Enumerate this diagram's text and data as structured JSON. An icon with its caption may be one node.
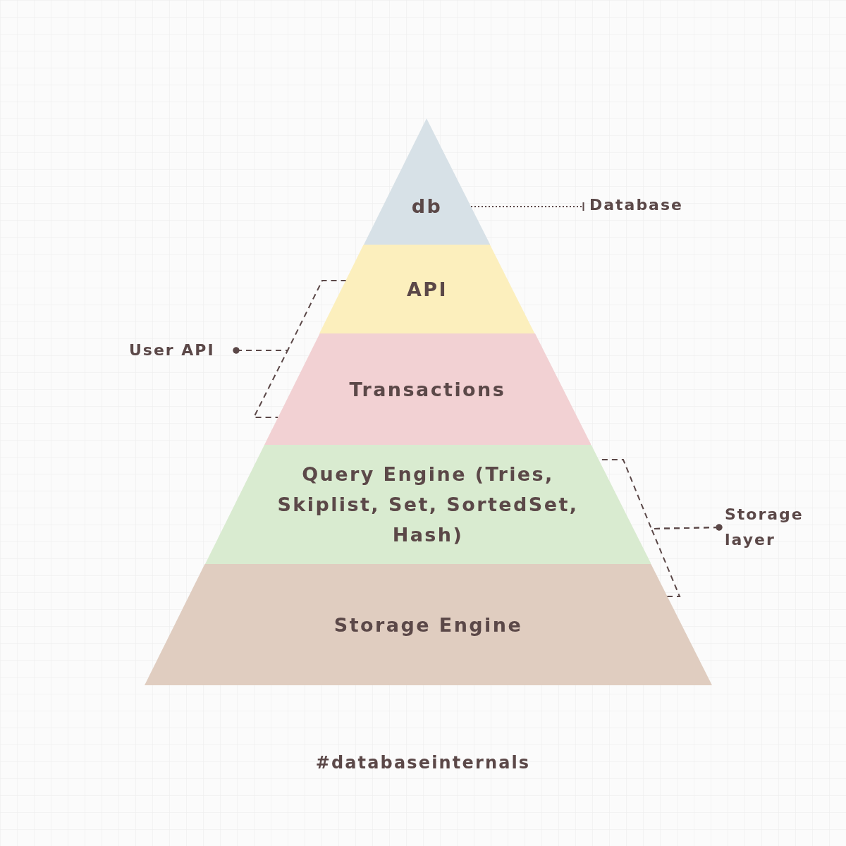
{
  "diagram": {
    "nodes": [
      {
        "text": [
          "db"
        ]
      },
      {
        "text": [
          "API"
        ]
      },
      {
        "text": [
          "Transactions"
        ]
      },
      {
        "text": [
          "Query Engine (Tries, Skiplist, Set, SortedSet, Hash)"
        ]
      },
      {
        "text": [
          "Storage Engine"
        ]
      },
      {
        "text": [
          "Database"
        ]
      },
      {
        "text": [
          "User API"
        ]
      },
      {
        "text": [
          "Storage layer"
        ]
      }
    ],
    "edges": [
      {
        "from": 0,
        "to": 5,
        "arrow": "other",
        "style": "dashed"
      },
      {
        "from": 6,
        "to": 1,
        "arrow": "other",
        "style": "dashed"
      },
      {
        "from": 6,
        "to": 2,
        "arrow": "other",
        "style": "dashed"
      },
      {
        "from": 7,
        "to": 3,
        "arrow": "other",
        "style": "dashed"
      },
      {
        "from": 7,
        "to": 4,
        "arrow": "other",
        "style": "dashed"
      }
    ],
    "labels": [
      "#databaseinternals"
    ]
  }
}
